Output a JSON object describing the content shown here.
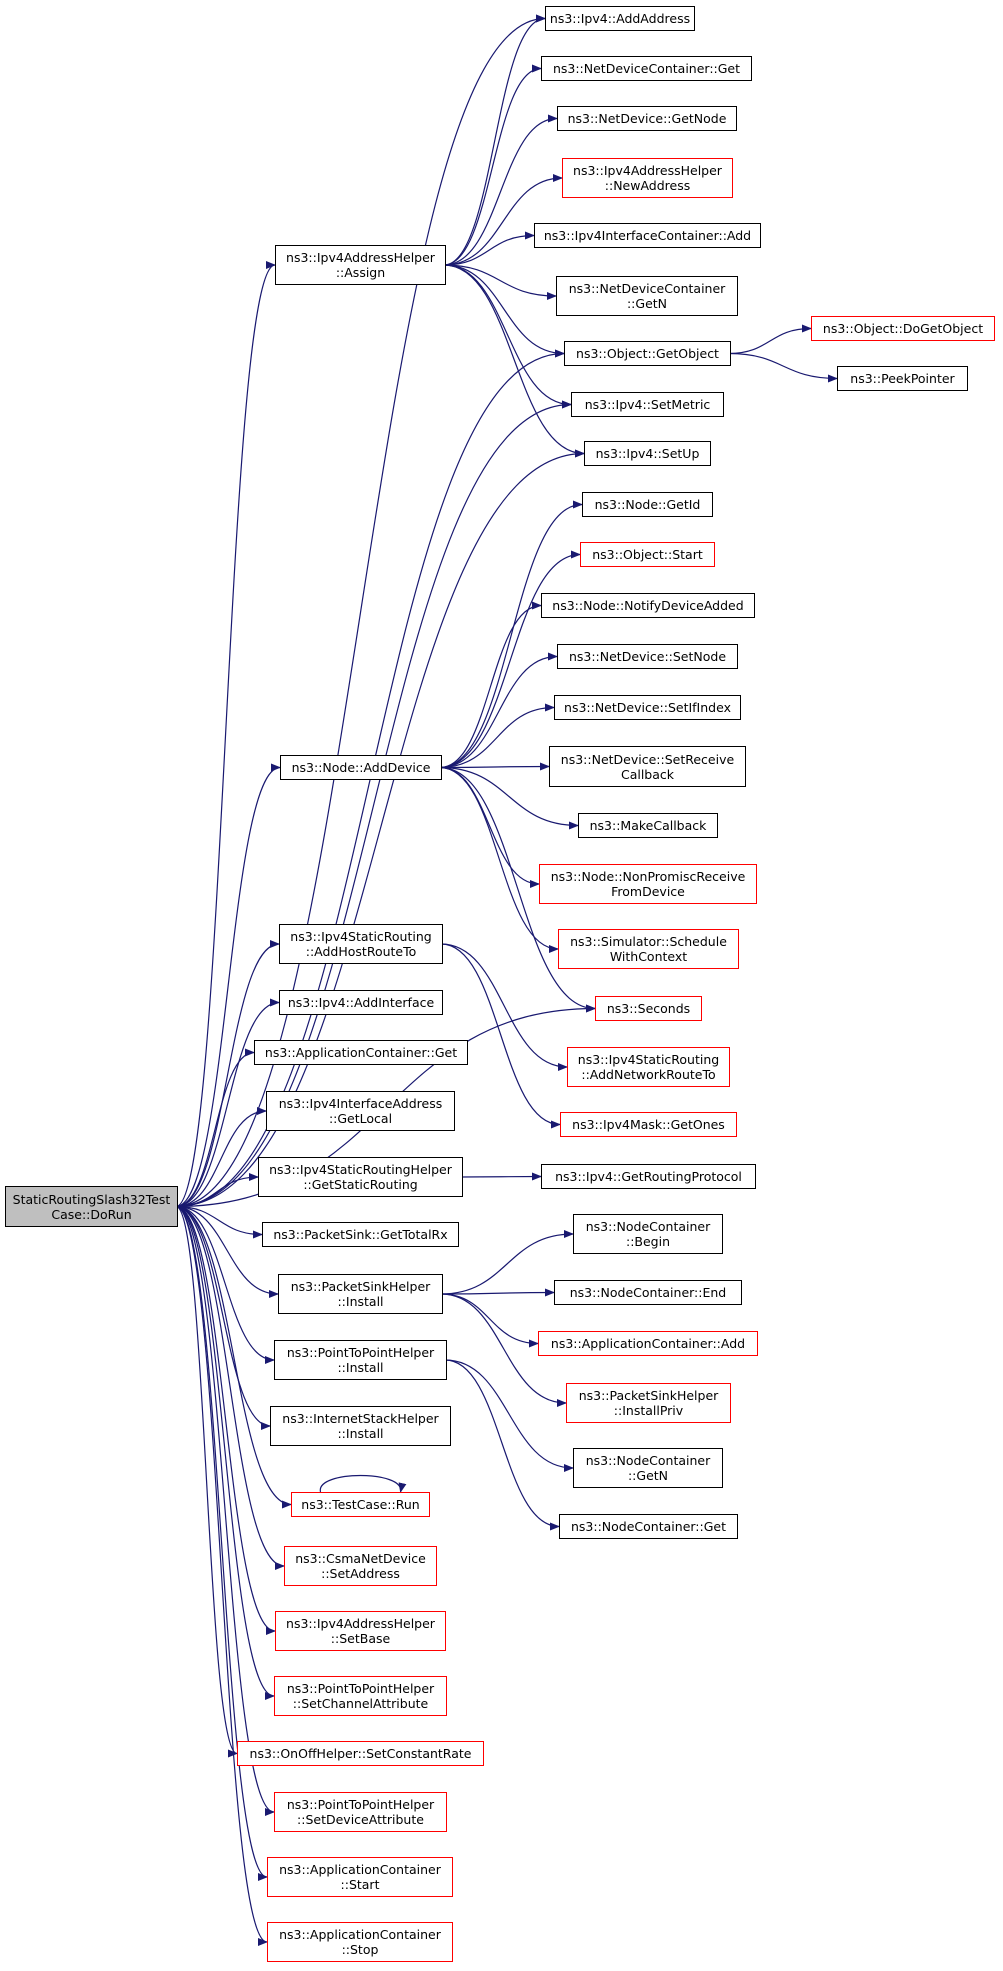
{
  "colors": {
    "edge": "#191970",
    "box_border": "#000000",
    "box_border_undocumented": "#ff0000",
    "root_fill": "#bfbfbf"
  },
  "nodes": {
    "root": [
      "StaticRoutingSlash32Test",
      "Case::DoRun"
    ],
    "ipv4_addaddress": [
      "ns3::Ipv4::AddAddress"
    ],
    "netdevcontainer_get": [
      "ns3::NetDeviceContainer::Get"
    ],
    "netdevice_getnode": [
      "ns3::NetDevice::GetNode"
    ],
    "ipv4addresshelper_newaddress": [
      "ns3::Ipv4AddressHelper",
      "::NewAddress"
    ],
    "ipv4interfacecontainer_add": [
      "ns3::Ipv4InterfaceContainer::Add"
    ],
    "netdevcontainer_getn": [
      "ns3::NetDeviceContainer",
      "::GetN"
    ],
    "ipv4addresshelper_assign": [
      "ns3::Ipv4AddressHelper",
      "::Assign"
    ],
    "object_dogetobject": [
      "ns3::Object::DoGetObject"
    ],
    "object_getobject": [
      "ns3::Object::GetObject"
    ],
    "peekpointer": [
      "ns3::PeekPointer"
    ],
    "ipv4_setmetric": [
      "ns3::Ipv4::SetMetric"
    ],
    "ipv4_setup": [
      "ns3::Ipv4::SetUp"
    ],
    "node_getid": [
      "ns3::Node::GetId"
    ],
    "object_start": [
      "ns3::Object::Start"
    ],
    "node_notifydeviceadded": [
      "ns3::Node::NotifyDeviceAdded"
    ],
    "netdevice_setnode": [
      "ns3::NetDevice::SetNode"
    ],
    "netdevice_setifindex": [
      "ns3::NetDevice::SetIfIndex"
    ],
    "node_adddevice": [
      "ns3::Node::AddDevice"
    ],
    "netdevice_setreceivecallback": [
      "ns3::NetDevice::SetReceive",
      "Callback"
    ],
    "makecallback": [
      "ns3::MakeCallback"
    ],
    "node_nonpromiscreceive": [
      "ns3::Node::NonPromiscReceive",
      "FromDevice"
    ],
    "ipv4staticrouting_addhostrouteto": [
      "ns3::Ipv4StaticRouting",
      "::AddHostRouteTo"
    ],
    "simulator_schedulewithcontext": [
      "ns3::Simulator::Schedule",
      "WithContext"
    ],
    "ipv4_addinterface": [
      "ns3::Ipv4::AddInterface"
    ],
    "seconds": [
      "ns3::Seconds"
    ],
    "applicationcontainer_get": [
      "ns3::ApplicationContainer::Get"
    ],
    "ipv4staticrouting_addnetworkrouteto": [
      "ns3::Ipv4StaticRouting",
      "::AddNetworkRouteTo"
    ],
    "ipv4interfaceaddress_getlocal": [
      "ns3::Ipv4InterfaceAddress",
      "::GetLocal"
    ],
    "ipv4mask_getones": [
      "ns3::Ipv4Mask::GetOnes"
    ],
    "ipv4staticroutinghelper_getstaticrouting": [
      "ns3::Ipv4StaticRoutingHelper",
      "::GetStaticRouting"
    ],
    "ipv4_getroutingprotocol": [
      "ns3::Ipv4::GetRoutingProtocol"
    ],
    "packetsink_gettotalrx": [
      "ns3::PacketSink::GetTotalRx"
    ],
    "nodecontainer_begin": [
      "ns3::NodeContainer",
      "::Begin"
    ],
    "packetsinkhelper_install": [
      "ns3::PacketSinkHelper",
      "::Install"
    ],
    "nodecontainer_end": [
      "ns3::NodeContainer::End"
    ],
    "applicationcontainer_add": [
      "ns3::ApplicationContainer::Add"
    ],
    "pointtopointhelper_install": [
      "ns3::PointToPointHelper",
      "::Install"
    ],
    "packetsinkhelper_installpriv": [
      "ns3::PacketSinkHelper",
      "::InstallPriv"
    ],
    "internetstackhelper_install": [
      "ns3::InternetStackHelper",
      "::Install"
    ],
    "nodecontainer_getn": [
      "ns3::NodeContainer",
      "::GetN"
    ],
    "testcase_run": [
      "ns3::TestCase::Run"
    ],
    "nodecontainer_get": [
      "ns3::NodeContainer::Get"
    ],
    "csmanetdevice_setaddress": [
      "ns3::CsmaNetDevice",
      "::SetAddress"
    ],
    "ipv4addresshelper_setbase": [
      "ns3::Ipv4AddressHelper",
      "::SetBase"
    ],
    "pointtopointhelper_setchannelattribute": [
      "ns3::PointToPointHelper",
      "::SetChannelAttribute"
    ],
    "onoffhelper_setconstantrate": [
      "ns3::OnOffHelper::SetConstantRate"
    ],
    "pointtopointhelper_setdeviceattribute": [
      "ns3::PointToPointHelper",
      "::SetDeviceAttribute"
    ],
    "applicationcontainer_start": [
      "ns3::ApplicationContainer",
      "::Start"
    ],
    "applicationcontainer_stop": [
      "ns3::ApplicationContainer",
      "::Stop"
    ]
  },
  "edges": [
    [
      "root",
      "ipv4_addaddress"
    ],
    [
      "root",
      "ipv4addresshelper_assign"
    ],
    [
      "root",
      "object_getobject"
    ],
    [
      "root",
      "ipv4_setmetric"
    ],
    [
      "root",
      "ipv4_setup"
    ],
    [
      "root",
      "node_adddevice"
    ],
    [
      "root",
      "seconds"
    ],
    [
      "root",
      "ipv4staticrouting_addhostrouteto"
    ],
    [
      "root",
      "ipv4_addinterface"
    ],
    [
      "root",
      "applicationcontainer_get"
    ],
    [
      "root",
      "ipv4interfaceaddress_getlocal"
    ],
    [
      "root",
      "ipv4staticroutinghelper_getstaticrouting"
    ],
    [
      "root",
      "packetsink_gettotalrx"
    ],
    [
      "root",
      "packetsinkhelper_install"
    ],
    [
      "root",
      "pointtopointhelper_install"
    ],
    [
      "root",
      "internetstackhelper_install"
    ],
    [
      "root",
      "testcase_run"
    ],
    [
      "root",
      "csmanetdevice_setaddress"
    ],
    [
      "root",
      "ipv4addresshelper_setbase"
    ],
    [
      "root",
      "pointtopointhelper_setchannelattribute"
    ],
    [
      "root",
      "onoffhelper_setconstantrate"
    ],
    [
      "root",
      "pointtopointhelper_setdeviceattribute"
    ],
    [
      "root",
      "applicationcontainer_start"
    ],
    [
      "root",
      "applicationcontainer_stop"
    ],
    [
      "ipv4addresshelper_assign",
      "ipv4_addaddress"
    ],
    [
      "ipv4addresshelper_assign",
      "netdevcontainer_get"
    ],
    [
      "ipv4addresshelper_assign",
      "netdevice_getnode"
    ],
    [
      "ipv4addresshelper_assign",
      "ipv4addresshelper_newaddress"
    ],
    [
      "ipv4addresshelper_assign",
      "ipv4interfacecontainer_add"
    ],
    [
      "ipv4addresshelper_assign",
      "netdevcontainer_getn"
    ],
    [
      "ipv4addresshelper_assign",
      "object_getobject"
    ],
    [
      "ipv4addresshelper_assign",
      "ipv4_setmetric"
    ],
    [
      "ipv4addresshelper_assign",
      "ipv4_setup"
    ],
    [
      "object_getobject",
      "object_dogetobject"
    ],
    [
      "object_getobject",
      "peekpointer"
    ],
    [
      "node_adddevice",
      "node_getid"
    ],
    [
      "node_adddevice",
      "object_start"
    ],
    [
      "node_adddevice",
      "node_notifydeviceadded"
    ],
    [
      "node_adddevice",
      "netdevice_setnode"
    ],
    [
      "node_adddevice",
      "netdevice_setifindex"
    ],
    [
      "node_adddevice",
      "netdevice_setreceivecallback"
    ],
    [
      "node_adddevice",
      "makecallback"
    ],
    [
      "node_adddevice",
      "node_nonpromiscreceive"
    ],
    [
      "node_adddevice",
      "simulator_schedulewithcontext"
    ],
    [
      "node_adddevice",
      "seconds"
    ],
    [
      "ipv4staticrouting_addhostrouteto",
      "ipv4staticrouting_addnetworkrouteto"
    ],
    [
      "ipv4staticrouting_addhostrouteto",
      "ipv4mask_getones"
    ],
    [
      "ipv4staticroutinghelper_getstaticrouting",
      "ipv4_getroutingprotocol"
    ],
    [
      "packetsinkhelper_install",
      "nodecontainer_begin"
    ],
    [
      "packetsinkhelper_install",
      "nodecontainer_end"
    ],
    [
      "packetsinkhelper_install",
      "applicationcontainer_add"
    ],
    [
      "packetsinkhelper_install",
      "packetsinkhelper_installpriv"
    ],
    [
      "pointtopointhelper_install",
      "nodecontainer_getn"
    ],
    [
      "pointtopointhelper_install",
      "nodecontainer_get"
    ],
    [
      "testcase_run",
      "testcase_run"
    ]
  ]
}
